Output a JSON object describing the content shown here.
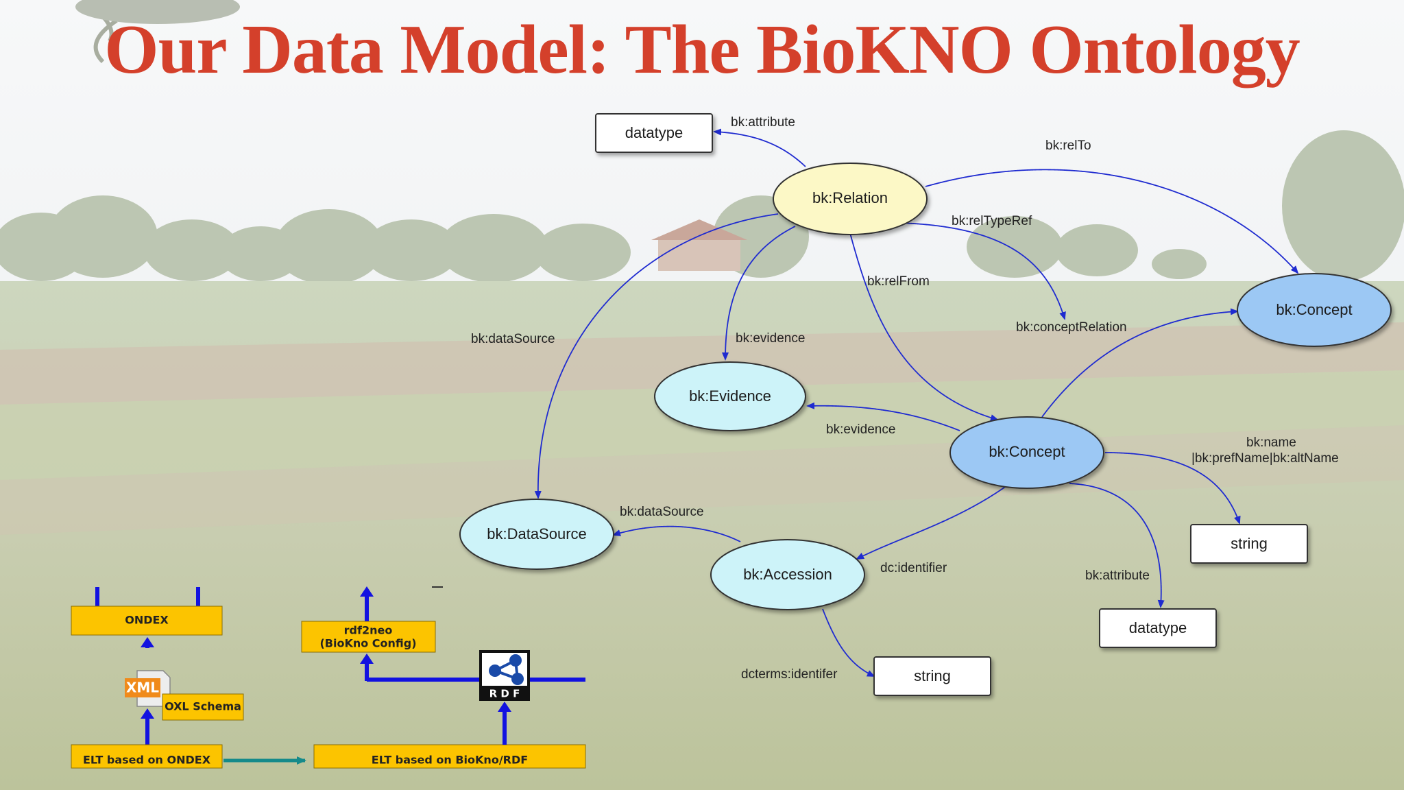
{
  "title": "Our Data Model: The BioKNO Ontology",
  "colors": {
    "title": "#d4402b",
    "yellow_node": "#fcf8c6",
    "light_blue_node": "#cdf3f9",
    "blue_node": "#9cc8f4",
    "edge": "#1f2bd0",
    "pipeline_box": "#fcc400"
  },
  "nodes": {
    "datatype_top": "datatype",
    "relation": "bk:Relation",
    "concept_right": "bk:Concept",
    "evidence": "bk:Evidence",
    "concept_center": "bk:Concept",
    "datasource": "bk:DataSource",
    "accession": "bk:Accession",
    "string_right": "string",
    "datatype_bottom": "datatype",
    "string_bottom": "string"
  },
  "edges": {
    "attribute_top": "bk:attribute",
    "rel_to": "bk:relTo",
    "rel_type_ref": "bk:relTypeRef",
    "rel_from": "bk:relFrom",
    "concept_relation": "bk:conceptRelation",
    "datasource_rel": "bk:dataSource",
    "evidence_rel": "bk:evidence",
    "evidence_concept": "bk:evidence",
    "name": "bk:name",
    "pref_alt_name": "|bk:prefName|bk:altName",
    "datasource_acc": "bk:dataSource",
    "dc_identifier": "dc:identifier",
    "attribute_bottom": "bk:attribute",
    "dcterms_identifier": "dcterms:identifer"
  },
  "pipeline": {
    "ondex": "ONDEX",
    "xml_icon": "XML",
    "oxl_schema": "OXL Schema",
    "elt_ondex": "ELT based on ONDEX",
    "rdf2neo_line1": "rdf2neo",
    "rdf2neo_line2": "(BioKno Config)",
    "rdf_icon": "R D F",
    "elt_rdf": "ELT based on BioKno/RDF"
  }
}
